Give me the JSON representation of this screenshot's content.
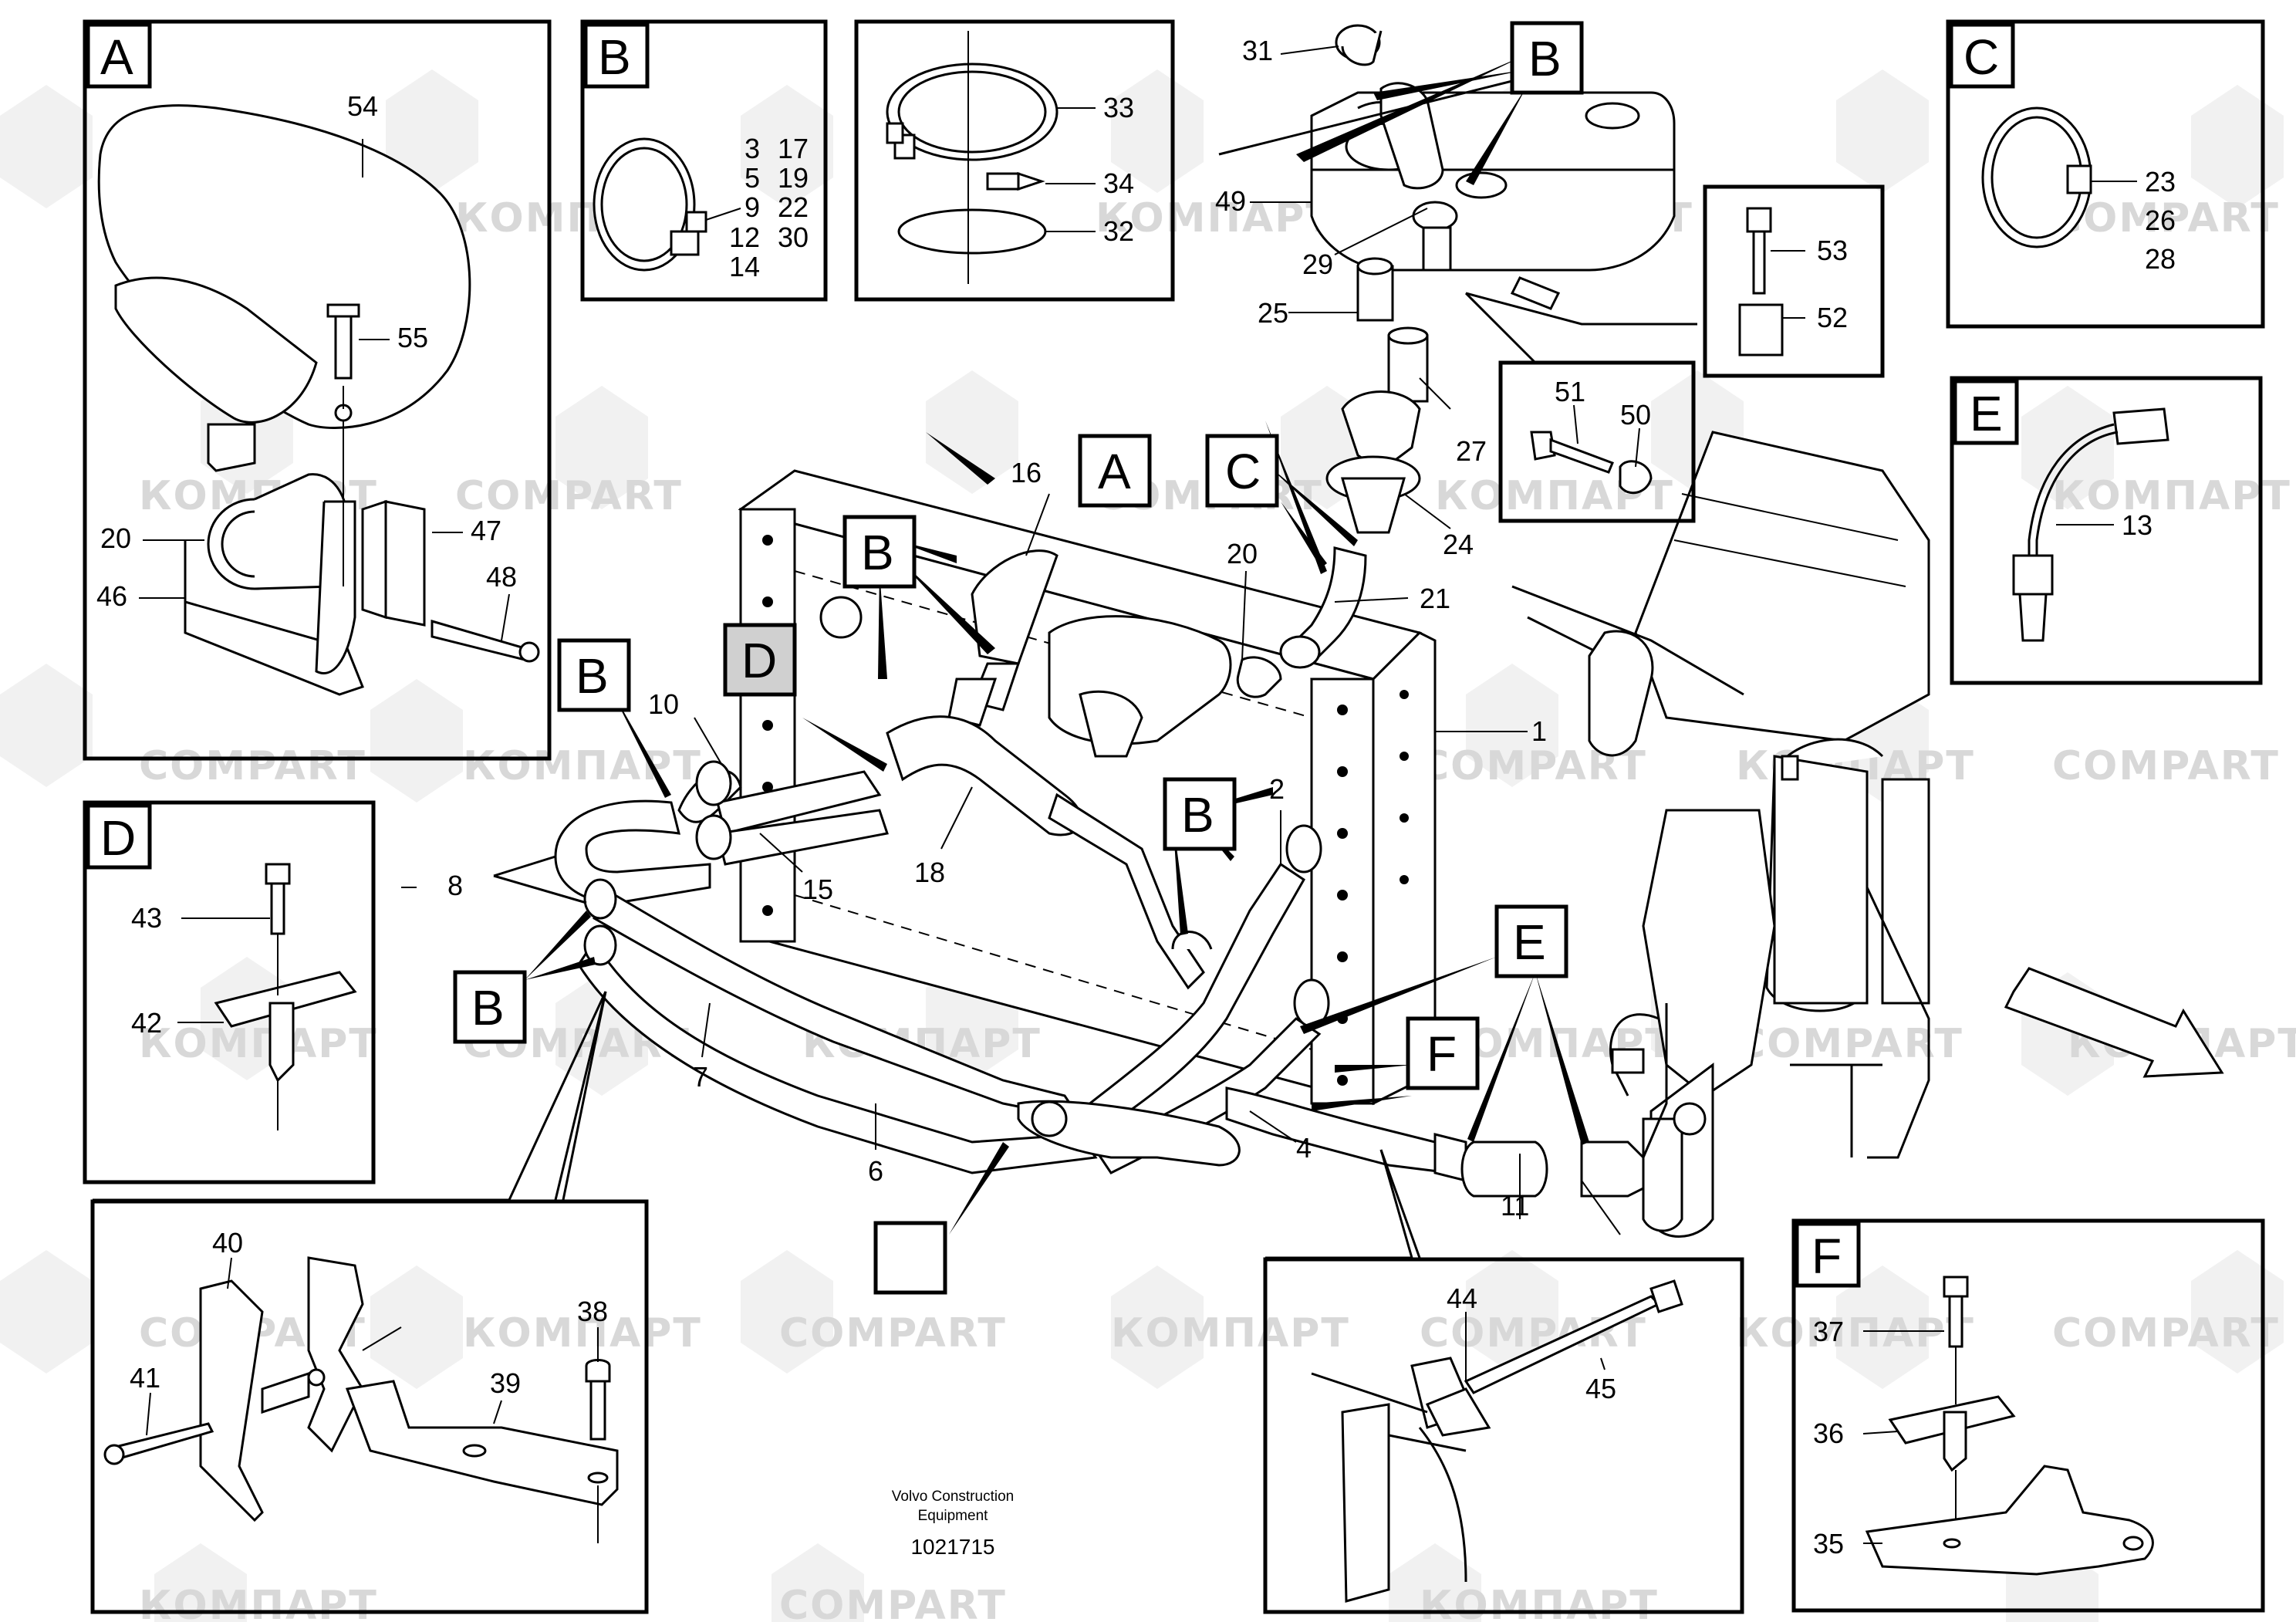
{
  "watermark_text": [
    "COMPART",
    "КОМПАРТ"
  ],
  "detail_panels": {
    "A": {
      "letter": "A",
      "parts": [
        "54",
        "55",
        "20",
        "47",
        "46",
        "48"
      ]
    },
    "B": {
      "letter": "B",
      "parts": [
        "3",
        "17",
        "5",
        "19",
        "9",
        "22",
        "12",
        "30",
        "14"
      ]
    },
    "clamp": {
      "parts": [
        "33",
        "34",
        "32"
      ]
    },
    "C": {
      "letter": "C",
      "parts": [
        "23",
        "26",
        "28"
      ]
    },
    "E": {
      "letter": "E",
      "parts": [
        "13"
      ]
    },
    "D": {
      "letter": "D",
      "parts": [
        "43",
        "42"
      ]
    },
    "bracket": {
      "parts": [
        "40",
        "41",
        "38",
        "39"
      ]
    },
    "bolt": {
      "parts": [
        "44",
        "45"
      ]
    },
    "F": {
      "letter": "F",
      "parts": [
        "37",
        "36",
        "35"
      ]
    },
    "mount": {
      "parts": [
        "53",
        "52"
      ]
    },
    "sensor_bolt": {
      "parts": [
        "51",
        "50"
      ]
    }
  },
  "main_labels": [
    "31",
    "49",
    "29",
    "25",
    "27",
    "24",
    "21",
    "20",
    "16",
    "10",
    "15",
    "18",
    "2",
    "1",
    "8",
    "7",
    "6",
    "4",
    "11"
  ],
  "callout_letters": [
    "B",
    "A",
    "C",
    "D",
    "B",
    "B",
    "B",
    "B",
    "E",
    "F"
  ],
  "footer": {
    "company_line1": "Volvo Construction",
    "company_line2": "Equipment",
    "drawing_number": "1021715"
  }
}
